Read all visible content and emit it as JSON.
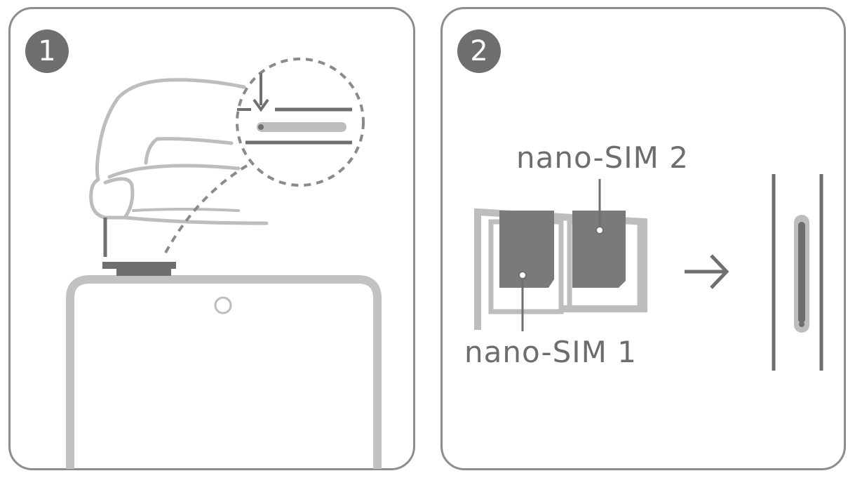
{
  "steps": [
    {
      "number": "1"
    },
    {
      "number": "2"
    }
  ],
  "labels": {
    "sim1": "nano-SIM 1",
    "sim2": "nano-SIM 2"
  },
  "icons": [
    "hand-with-eject-pin-icon",
    "magnified-sim-slot-icon",
    "phone-top-edge-icon",
    "sim-tray-icon",
    "arrow-right-icon",
    "phone-side-slot-icon"
  ],
  "colors": {
    "stroke_light": "#bdbdbd",
    "stroke_dark": "#6f6f6f",
    "sim_card": "#7a7a7a",
    "border": "#8d8d8d"
  }
}
